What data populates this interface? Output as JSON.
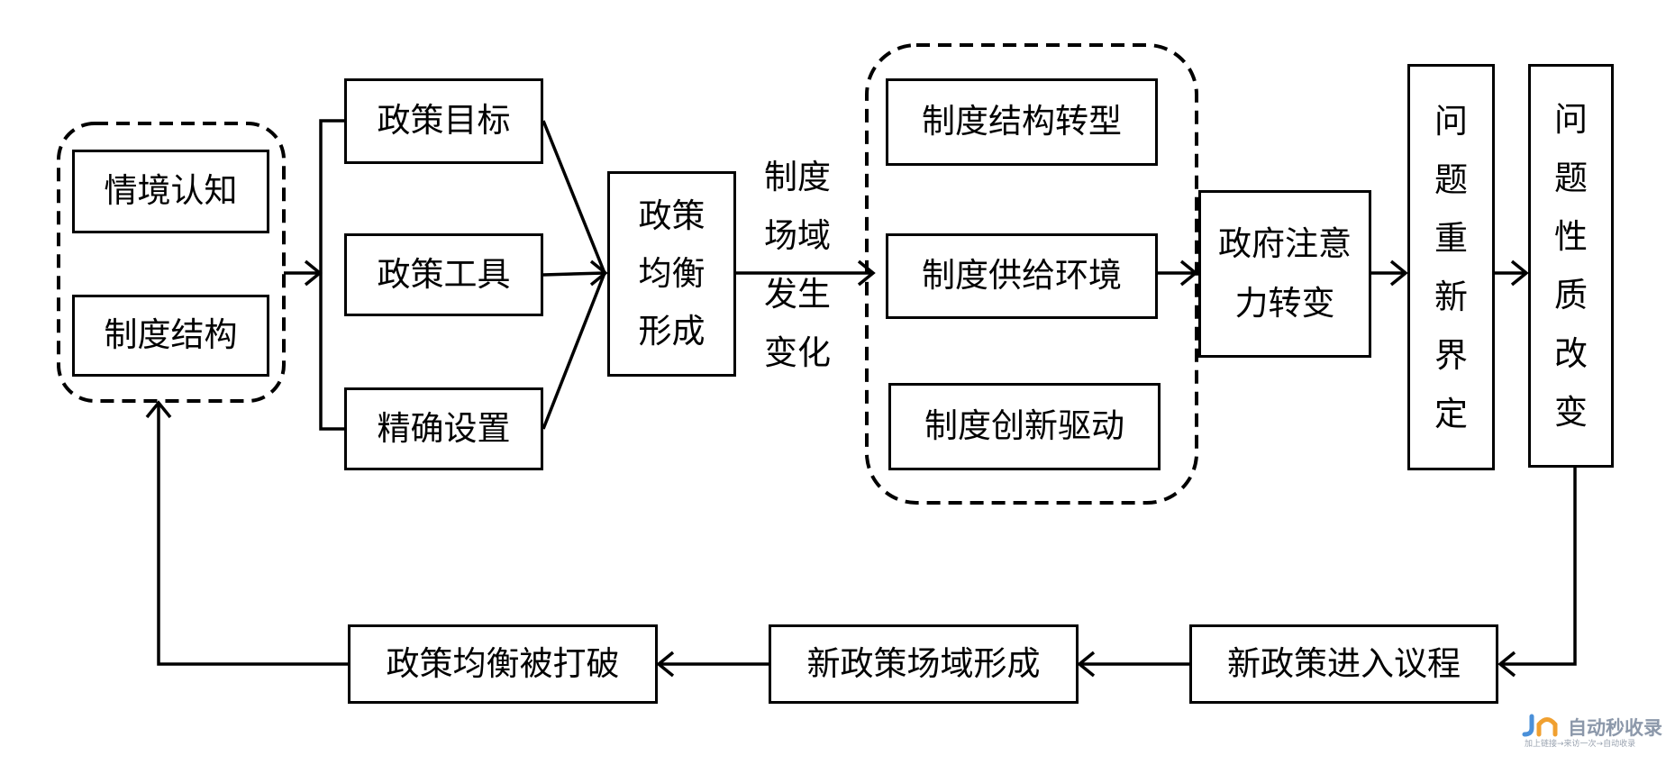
{
  "context_group": {
    "situational_cognition": "情境认知",
    "institutional_structure": "制度结构"
  },
  "policy_components": {
    "goal": "政策目标",
    "tool": "政策工具",
    "precise_setting": "精确设置"
  },
  "policy_equilibrium": "政策均衡形成",
  "field_change_label": "制度场域发生变化",
  "institutional_group": {
    "structure_transformation": "制度结构转型",
    "supply_environment": "制度供给环境",
    "innovation_driven": "制度创新驱动"
  },
  "attention_shift": "政府注意力转变",
  "problem_redefinition": "问题重新界定",
  "problem_nature_change": "问题性质改变",
  "bottom_row": {
    "new_policy_agenda": "新政策进入议程",
    "new_policy_field": "新政策场域形成",
    "equilibrium_broken": "政策均衡被打破"
  },
  "watermark": {
    "logo_text": "自动秒收录",
    "slogan": "加上链接→来访一次→自动收录",
    "colors": {
      "icon_blue": "#4a90d9",
      "icon_orange": "#f0a030",
      "text": "#8c98aa"
    }
  }
}
